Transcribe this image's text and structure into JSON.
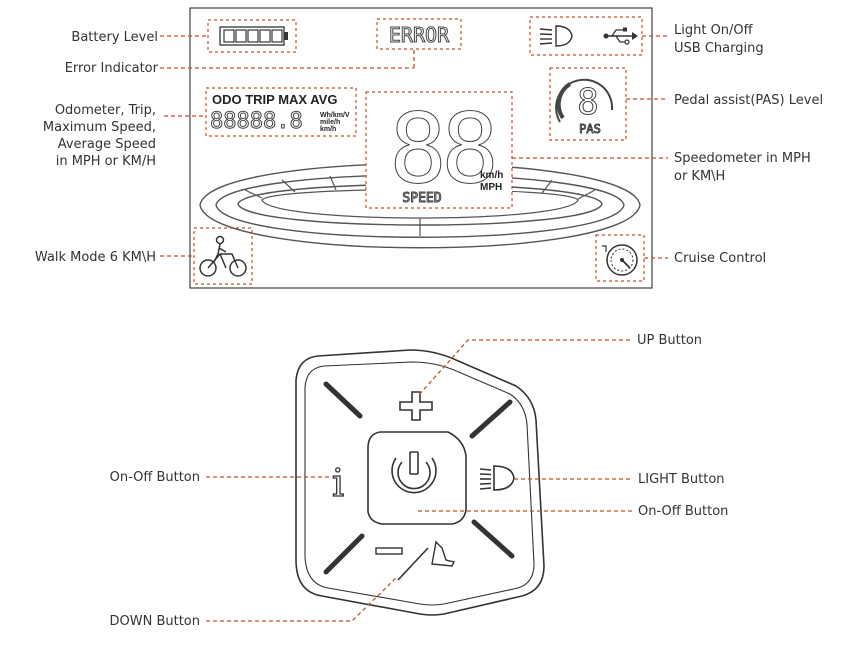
{
  "display": {
    "labels": {
      "battery": "Battery Level",
      "error": "Error Indicator",
      "light_line1": "Light On/Off",
      "light_line2": "USB Charging",
      "pas": "Pedal assist(PAS) Level",
      "odo_line1": "Odometer, Trip,",
      "odo_line2": "Maximum Speed,",
      "odo_line3": "Average Speed",
      "odo_line4": "in MPH or KM/H",
      "speedo_line1": "Speedometer in MPH",
      "speedo_line2": "or KM\\H",
      "walk": "Walk Mode 6 KM\\H",
      "cruise": "Cruise Control"
    },
    "lcd": {
      "error_text": "ERROR",
      "odo_header": "ODO TRIP MAX AVG",
      "odo_digits": "88888.8",
      "unit_wh": "Wh/km/V",
      "unit_mile": "mile/h",
      "unit_km": "km/h",
      "speed_digits": "88",
      "speed_unit_kmh": "km/h",
      "speed_unit_mph": "MPH",
      "speed_caption": "SPEED",
      "pas_digit": "8",
      "pas_caption": "PAS"
    }
  },
  "controller": {
    "labels": {
      "up": "UP Button",
      "onoff_left": "On-Off Button",
      "light": "LIGHT Button",
      "onoff_right": "On-Off Button",
      "down": "DOWN Button"
    },
    "glyphs": {
      "plus": "+",
      "minus": "—",
      "info": "i"
    }
  },
  "colors": {
    "leader": "#c8502a",
    "outline": "#333333"
  }
}
